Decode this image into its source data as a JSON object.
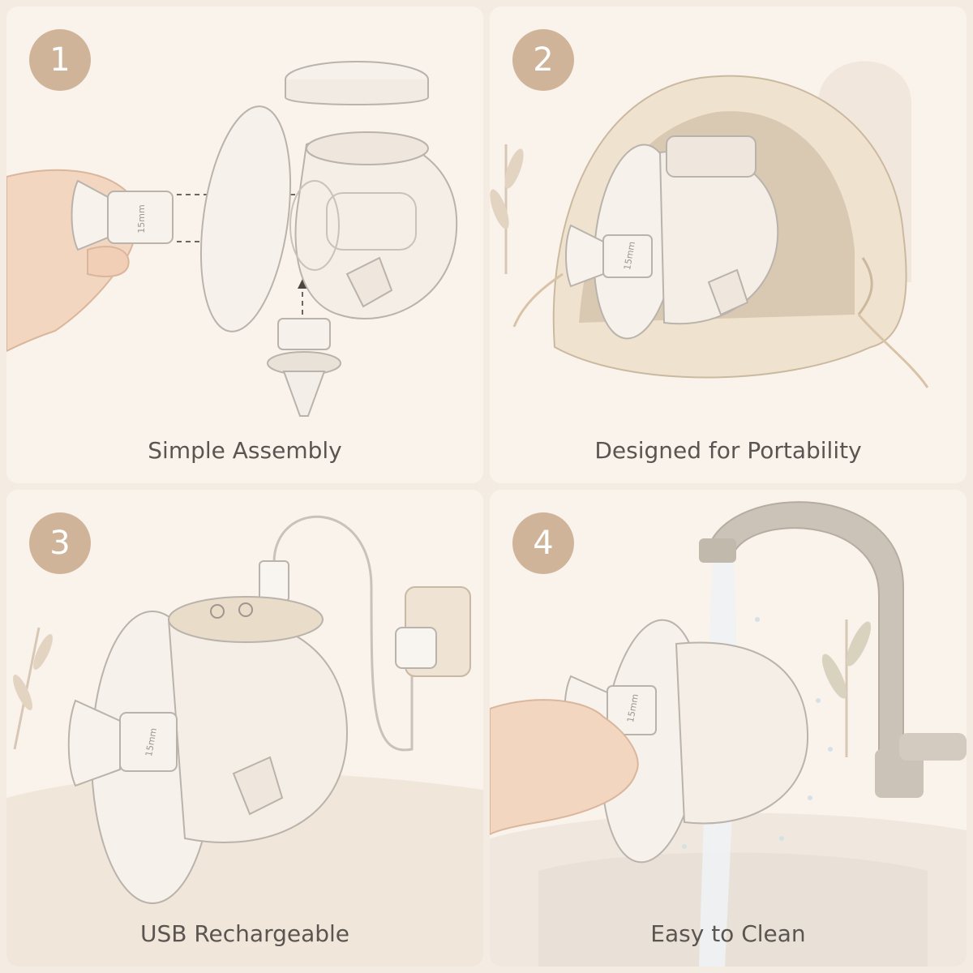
{
  "panels": [
    {
      "number": "1",
      "caption": "Simple Assembly",
      "size_label": "15mm"
    },
    {
      "number": "2",
      "caption": "Designed for Portability",
      "size_label": "15mm"
    },
    {
      "number": "3",
      "caption": "USB Rechargeable",
      "size_label": "15mm"
    },
    {
      "number": "4",
      "caption": "Easy to Clean",
      "size_label": "15mm"
    }
  ],
  "colors": {
    "background": "#f4ece3",
    "panel": "#faf3ec",
    "badge": "#cfb49a",
    "caption": "#5a5550",
    "pump_outline": "#b9b3ac",
    "bag": "#efe3d0"
  }
}
